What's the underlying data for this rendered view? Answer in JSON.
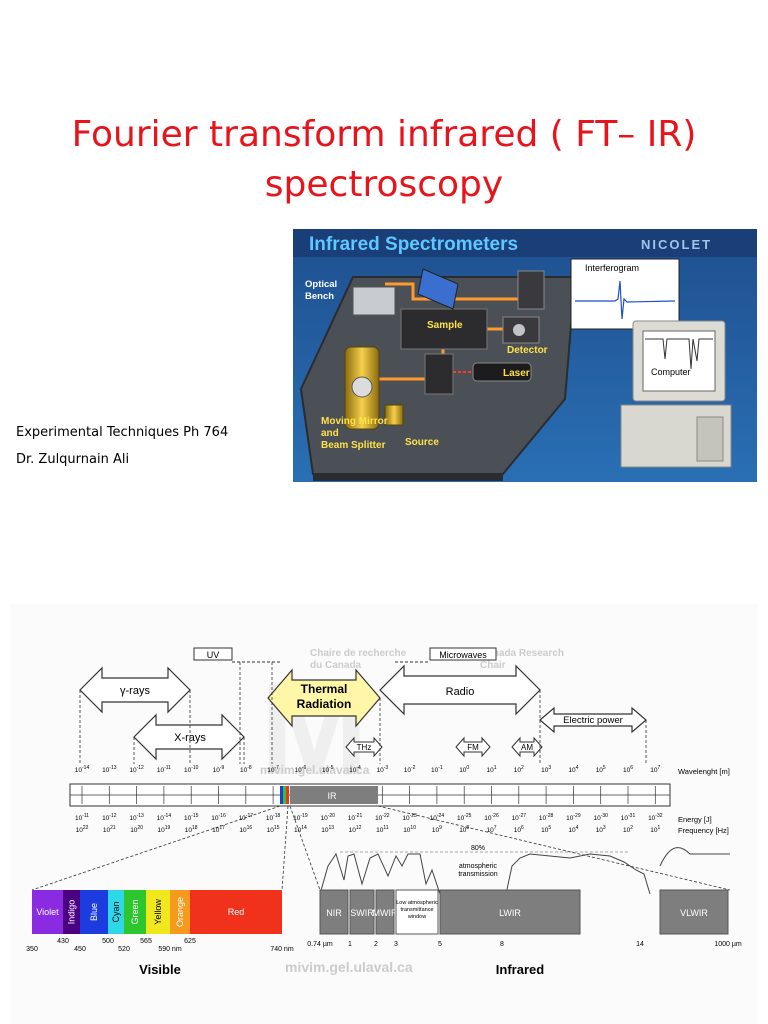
{
  "slide": {
    "title_line1": "Fourier transform infrared ( FT– IR)",
    "title_line2": "spectroscopy",
    "course": "Experimental Techniques Ph 764",
    "author": "Dr. Zulqurnain Ali"
  },
  "spectrometer_figure": {
    "heading": "Infrared Spectrometers",
    "brand": "NICOLET",
    "labels": {
      "optical_bench": [
        "Optical",
        "Bench"
      ],
      "sample": "Sample",
      "detector": "Detector",
      "laser": "Laser",
      "moving_mirror": [
        "Moving Mirror",
        "and",
        "Beam Splitter"
      ],
      "source": "Source",
      "interferogram": "Interferogram",
      "computer": "Computer"
    }
  },
  "spectrum_figure": {
    "uv": "UV",
    "microwaves": "Microwaves",
    "gamma_rays": "γ-rays",
    "x_rays": "X-rays",
    "thermal_line1": "Thermal",
    "thermal_line2": "Radiation",
    "radio": "Radio",
    "electric_power": "Electric power",
    "thz": "THz",
    "fm": "FM",
    "am": "AM",
    "wavelength_label": "Wavelenght [m]",
    "energy_label": "Energy [J]",
    "frequency_label": "Frequency [Hz]",
    "ir": "IR",
    "wavelength_exponents": [
      "-14",
      "-13",
      "-12",
      "-11",
      "-10",
      "-9",
      "-8",
      "-7",
      "-6",
      "-5",
      "-4",
      "-3",
      "-2",
      "-1",
      "0",
      "1",
      "2",
      "3",
      "4",
      "5",
      "6",
      "7"
    ],
    "energy_exponents": [
      "-11",
      "-12",
      "-13",
      "-14",
      "-15",
      "-16",
      "-17",
      "-18",
      "-19",
      "-20",
      "-21",
      "-22",
      "-23",
      "-24",
      "-25",
      "-26",
      "-27",
      "-28",
      "-29",
      "-30",
      "-31",
      "-32"
    ],
    "frequency_exponents": [
      "22",
      "21",
      "20",
      "19",
      "18",
      "17",
      "16",
      "15",
      "14",
      "13",
      "12",
      "11",
      "10",
      "9",
      "8",
      "7",
      "6",
      "5",
      "4",
      "3",
      "2",
      "1"
    ],
    "visible_bands": [
      {
        "name": "Violet",
        "color": "#8a2be2"
      },
      {
        "name": "Indigo",
        "color": "#4b0082"
      },
      {
        "name": "Blue",
        "color": "#1c3ce0"
      },
      {
        "name": "Cyan",
        "color": "#2fd8e8"
      },
      {
        "name": "Green",
        "color": "#2ec62e"
      },
      {
        "name": "Yellow",
        "color": "#f0e81c"
      },
      {
        "name": "Orange",
        "color": "#f59a1c"
      },
      {
        "name": "Red",
        "color": "#f0321c"
      }
    ],
    "visible_ticks": [
      "350",
      "430",
      "450",
      "500",
      "520",
      "565",
      "590 nm",
      "625",
      "740 nm"
    ],
    "visible_label": "Visible",
    "ir_bands": [
      {
        "name": "NIR"
      },
      {
        "name": "SWIR"
      },
      {
        "name": "MWIR"
      },
      {
        "name": "Low atmospheric transmittance window"
      },
      {
        "name": "LWIR"
      },
      {
        "name": "VLWIR"
      }
    ],
    "ir_ticks": [
      "0.74 µm",
      "1",
      "2",
      "3",
      "5",
      "8",
      "14",
      "1000 µm"
    ],
    "infrared_label": "Infrared",
    "transmission_label_1": "80%",
    "transmission_label_2": "atmospheric",
    "transmission_label_3": "transmission",
    "watermark_lines": [
      "Chaire de recherche",
      "du Canada",
      "Canada Research",
      "Chair"
    ],
    "watermark_url": "mivim.gel.ulaval.ca",
    "colors": {
      "ir_band": "#7e7e7e",
      "thermal_fill": "#fff6a8",
      "title_red": "#e8141c"
    }
  }
}
